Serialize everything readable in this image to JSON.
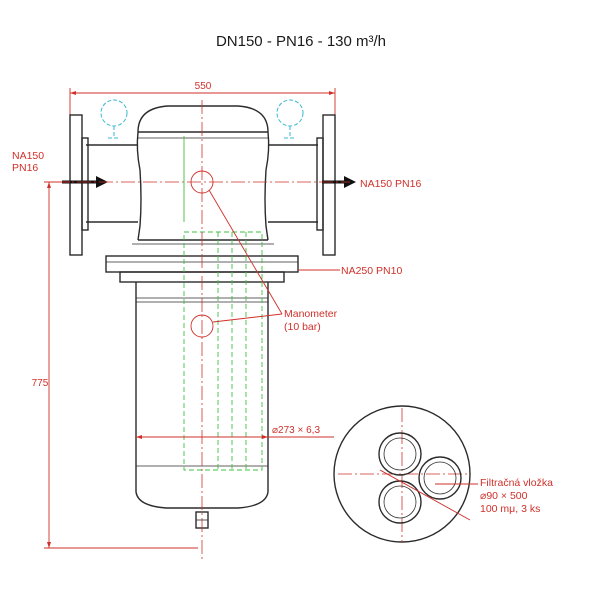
{
  "title": "DN150 - PN16 - 130 m³/h",
  "dimensions": {
    "width": "550",
    "height": "775",
    "housing_diameter": "⌀273 × 6,3"
  },
  "labels": {
    "inlet_line1": "NA150",
    "inlet_line2": "PN16",
    "outlet": "NA150 PN16",
    "mid_flange": "NA250 PN10",
    "manometer_line1": "Manometer",
    "manometer_line2": "(10 bar)",
    "cartridge_line1": "Filtračná vložka",
    "cartridge_line2": "⌀90 × 500",
    "cartridge_line3": "100 mμ, 3 ks"
  },
  "colors": {
    "outline": "#2b2b2b",
    "annotation": "#d0302a",
    "hidden_cartridge": "#3fbf3f",
    "gauge": "#39b7d0"
  }
}
